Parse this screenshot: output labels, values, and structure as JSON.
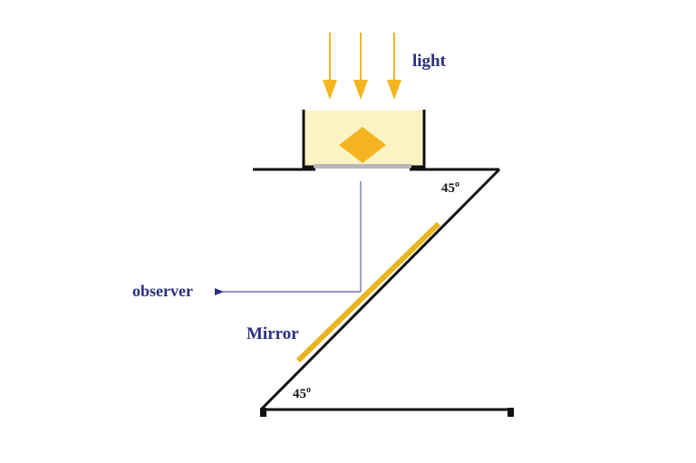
{
  "labels": {
    "light": "light",
    "observer": "observer",
    "mirror": "Mirror",
    "angle_top": "45",
    "angle_bottom": "45",
    "degree_mark": "o"
  },
  "colors": {
    "light_arrow": "#f4b521",
    "sample_fill": "#fcf3c4",
    "specimen": "#f4b521",
    "mirror": "#e9b520",
    "glass_plate": "#b8b8b8",
    "frame": "#111111",
    "observer_arrow": "#2b2f7e",
    "sight_line": "#3d4a8c",
    "label_text": "#2b2f7e"
  }
}
